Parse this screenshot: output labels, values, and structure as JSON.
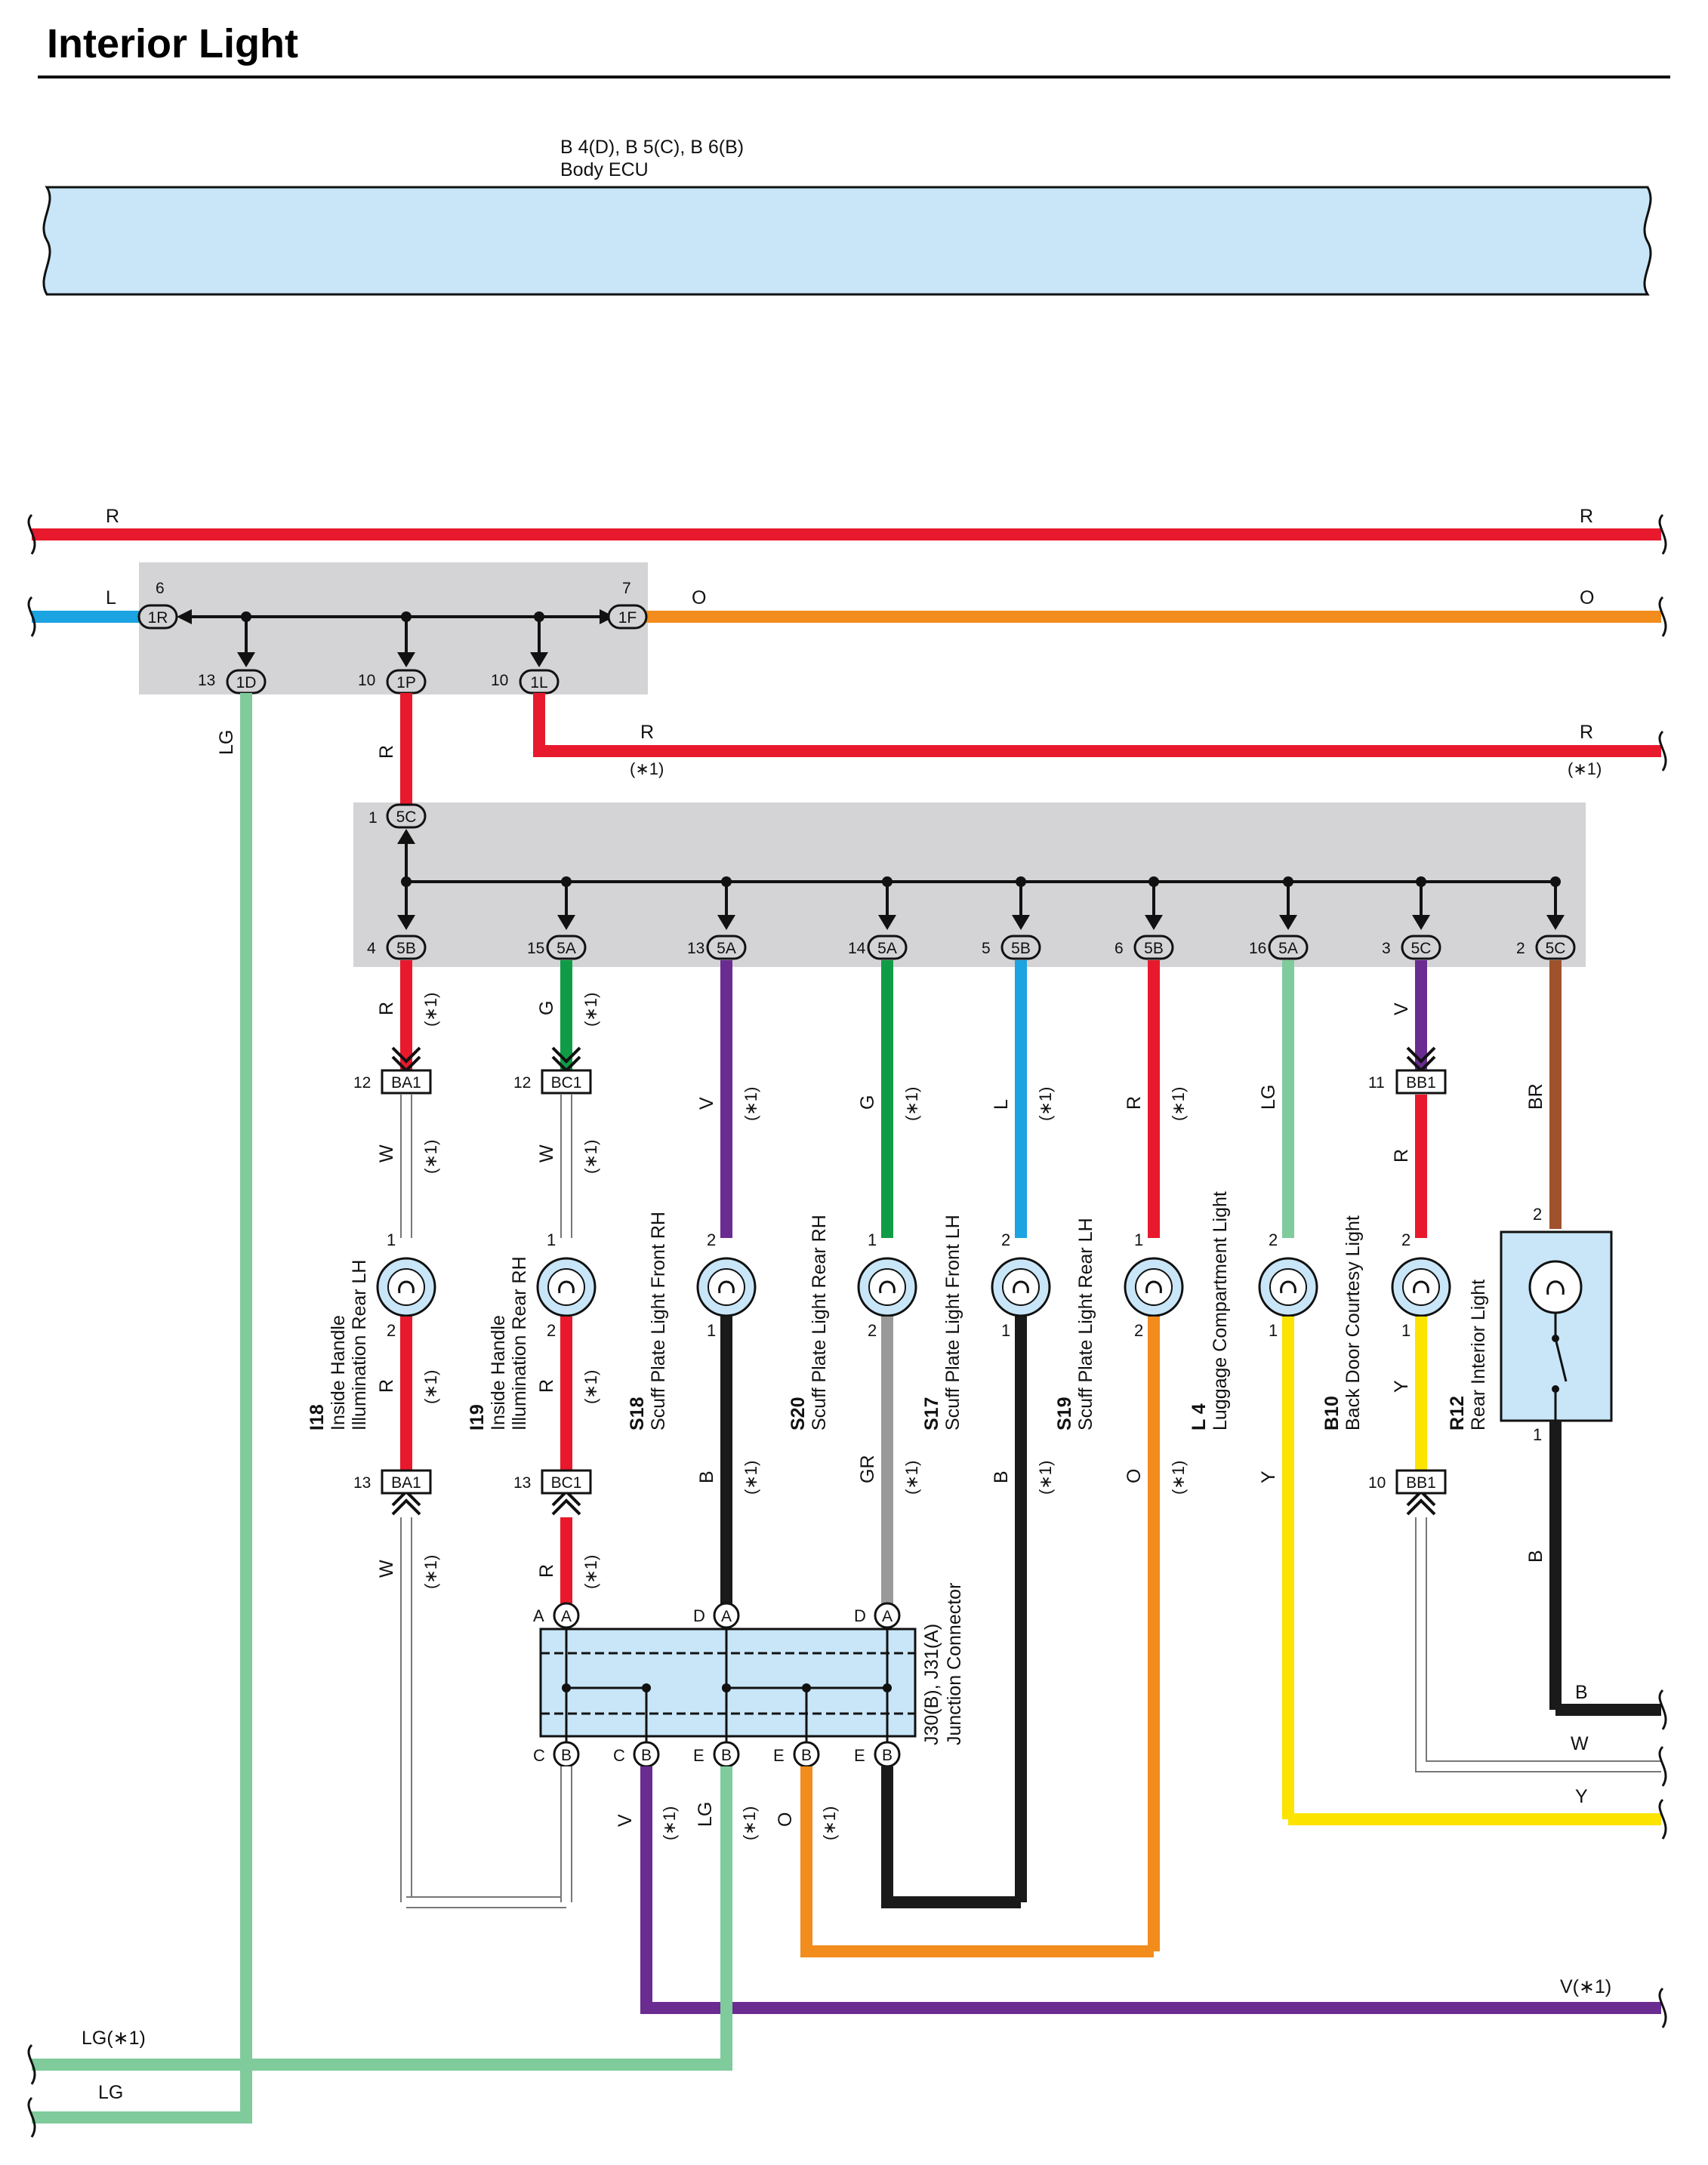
{
  "title": "Interior Light",
  "colors": {
    "R": "#e8192c",
    "L": "#1ba3e2",
    "O": "#f28c1c",
    "LG": "#7fcb9c",
    "G": "#109c46",
    "V": "#6a2c91",
    "BR": "#a0522d",
    "W": "#ffffff",
    "B": "#1a1a1a",
    "GR": "#9a9a9a",
    "Y": "#fce300",
    "ecu_fill": "#c8e6f8",
    "jb_fill": "#d4d4d6",
    "component_fill": "#c8e6f8"
  },
  "ecu": {
    "code": "B 4(D), B 5(C), B 6(B)",
    "name": "Body ECU"
  },
  "top_bus": {
    "r_left": "R",
    "r_right": "R",
    "l_left": "L",
    "o_left": "O",
    "o_right": "O",
    "pin_1r_no": "6",
    "pin_1r": "1R",
    "pin_1f_no": "7",
    "pin_1f": "1F",
    "pin_1d_no": "13",
    "pin_1d": "1D",
    "pin_1p_no": "10",
    "pin_1p": "1P",
    "pin_1l_no": "10",
    "pin_1l": "1L",
    "lg_label": "LG",
    "r_label": "R",
    "r1_left": "R",
    "r1_right": "R",
    "note_left": "(∗1)",
    "note_right": "(∗1)"
  },
  "jb2": {
    "in_no": "1",
    "in_pin": "5C",
    "pins": [
      {
        "no": "4",
        "pin": "5B"
      },
      {
        "no": "15",
        "pin": "5A"
      },
      {
        "no": "13",
        "pin": "5A"
      },
      {
        "no": "14",
        "pin": "5A"
      },
      {
        "no": "5",
        "pin": "5B"
      },
      {
        "no": "6",
        "pin": "5B"
      },
      {
        "no": "16",
        "pin": "5A"
      },
      {
        "no": "3",
        "pin": "5C"
      },
      {
        "no": "2",
        "pin": "5C"
      }
    ]
  },
  "upper_wires": [
    {
      "color": "R",
      "note": "(∗1)"
    },
    {
      "color": "G",
      "note": "(∗1)"
    },
    {
      "color": "V",
      "note": "(∗1)"
    },
    {
      "color": "G",
      "note": "(∗1)"
    },
    {
      "color": "L",
      "note": "(∗1)"
    },
    {
      "color": "R",
      "note": "(∗1)"
    },
    {
      "color": "LG",
      "note": ""
    },
    {
      "color": "V",
      "note": ""
    },
    {
      "color": "BR",
      "note": ""
    }
  ],
  "connectors": {
    "ba1_top": {
      "no": "12",
      "name": "BA1"
    },
    "bc1_top": {
      "no": "12",
      "name": "BC1"
    },
    "bb1_top": {
      "no": "11",
      "name": "BB1"
    },
    "ba1_bot": {
      "no": "13",
      "name": "BA1"
    },
    "bc1_bot": {
      "no": "13",
      "name": "BC1"
    },
    "bb1_bot": {
      "no": "10",
      "name": "BB1"
    }
  },
  "mid_wires": [
    {
      "color": "W",
      "note": "(∗1)"
    },
    {
      "color": "W",
      "note": "(∗1)"
    },
    {
      "color": "R",
      "note": ""
    }
  ],
  "lights": [
    {
      "code": "I18",
      "name1": "Inside Handle",
      "name2": "Illumination Rear LH",
      "pin_top": "1",
      "pin_bot": "2"
    },
    {
      "code": "I19",
      "name1": "Inside Handle",
      "name2": "Illumination Rear RH",
      "pin_top": "1",
      "pin_bot": "2"
    },
    {
      "code": "S18",
      "name1": "Scuff Plate Light Front RH",
      "name2": "",
      "pin_top": "2",
      "pin_bot": "1"
    },
    {
      "code": "S20",
      "name1": "Scuff Plate Light Rear RH",
      "name2": "",
      "pin_top": "1",
      "pin_bot": "2"
    },
    {
      "code": "S17",
      "name1": "Scuff Plate Light Front LH",
      "name2": "",
      "pin_top": "2",
      "pin_bot": "1"
    },
    {
      "code": "S19",
      "name1": "Scuff Plate Light Rear LH",
      "name2": "",
      "pin_top": "1",
      "pin_bot": "2"
    },
    {
      "code": "L 4",
      "name1": "Luggage Compartment Light",
      "name2": "",
      "pin_top": "2",
      "pin_bot": "1"
    },
    {
      "code": "B10",
      "name1": "Back Door Courtesy Light",
      "name2": "",
      "pin_top": "2",
      "pin_bot": "1"
    },
    {
      "code": "R12",
      "name1": "Rear Interior Light",
      "name2": "",
      "pin_top": "2",
      "pin_bot": "1"
    }
  ],
  "lower_wires": [
    {
      "color": "R",
      "note": "(∗1)"
    },
    {
      "color": "R",
      "note": "(∗1)"
    },
    {
      "color": "B",
      "note": "(∗1)"
    },
    {
      "color": "GR",
      "note": "(∗1)"
    },
    {
      "color": "B",
      "note": "(∗1)"
    },
    {
      "color": "O",
      "note": "(∗1)"
    },
    {
      "color": "Y",
      "note": ""
    },
    {
      "color": "Y",
      "note": ""
    },
    {
      "color": "B",
      "note": ""
    }
  ],
  "below_conn_wires": [
    {
      "color": "W",
      "note": "(∗1)"
    },
    {
      "color": "R",
      "note": "(∗1)"
    }
  ],
  "junction": {
    "name": "J30(B), J31(A)",
    "desc": "Junction Connector",
    "top_pins": [
      {
        "letter": "A",
        "pin": "A"
      },
      {
        "letter": "D",
        "pin": "A"
      },
      {
        "letter": "D",
        "pin": "A"
      }
    ],
    "bottom_pins": [
      {
        "letter": "C",
        "pin": "B"
      },
      {
        "letter": "C",
        "pin": "B"
      },
      {
        "letter": "E",
        "pin": "B"
      },
      {
        "letter": "E",
        "pin": "B"
      },
      {
        "letter": "E",
        "pin": "B"
      }
    ]
  },
  "bottom_wires": [
    {
      "color": "V",
      "note": "(∗1)"
    },
    {
      "color": "LG",
      "note": "(∗1)"
    },
    {
      "color": "O",
      "note": "(∗1)"
    }
  ],
  "outputs": {
    "b": "B",
    "w": "W",
    "y": "Y",
    "v": "V(∗1)",
    "lg1": "LG(∗1)",
    "lg": "LG"
  }
}
